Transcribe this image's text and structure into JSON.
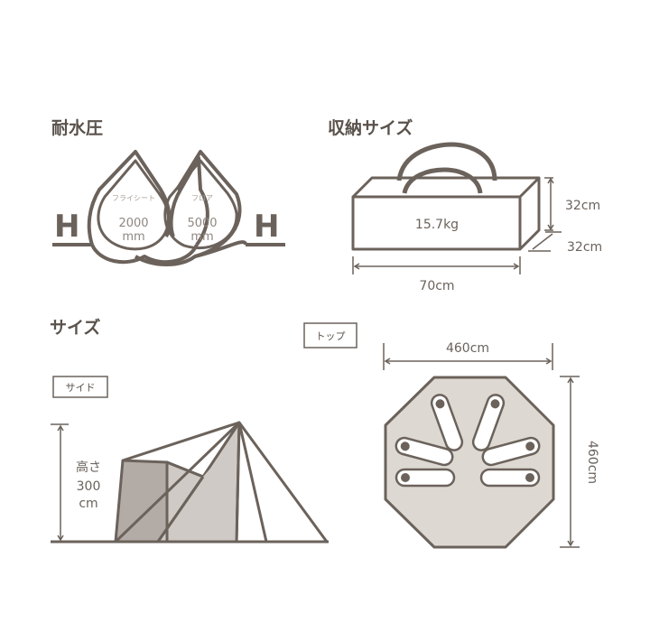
{
  "water_pressure": {
    "heading": "耐水圧",
    "left_letter": "H",
    "right_letter": "H",
    "fly": {
      "label": "フライシート",
      "value": "2000",
      "unit": "mm"
    },
    "floor": {
      "label": "フロア",
      "value": "5000",
      "unit": "mm"
    }
  },
  "storage": {
    "heading": "収納サイズ",
    "weight": "15.7kg",
    "height": "32cm",
    "depth": "32cm",
    "width": "70cm"
  },
  "size": {
    "heading": "サイズ",
    "side": {
      "tag": "サイド",
      "height_label": "高さ",
      "height_value": "300",
      "height_unit": "cm"
    },
    "top": {
      "tag": "トップ",
      "width": "460cm",
      "depth": "460cm"
    }
  },
  "colors": {
    "line": "#6b625b",
    "panel_dark": "#b3aca6",
    "panel_light": "#cfcac5",
    "floor_fill": "#ddd8d2"
  }
}
